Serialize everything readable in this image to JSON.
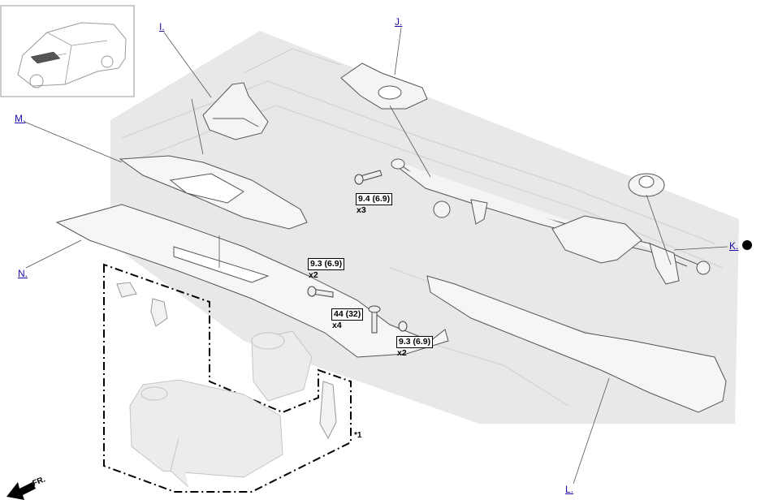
{
  "callouts": {
    "I": "I.",
    "J": "J.",
    "K": "K.",
    "L": "L.",
    "M": "M.",
    "N": "N."
  },
  "torques": [
    {
      "value": "9.4 (6.9)",
      "qty": "x3"
    },
    {
      "value": "9.3 (6.9)",
      "qty": "x2"
    },
    {
      "value": "44 (32)",
      "qty": "x4"
    },
    {
      "value": "9.3 (6.9)",
      "qty": "x2"
    }
  ],
  "note_mark": "*1",
  "front_label": "FR.",
  "colors": {
    "link": "#1a0dab",
    "background_panel": "#e8e8e8",
    "part_outline": "#555555",
    "ghost_part": "#bdbdbd"
  }
}
